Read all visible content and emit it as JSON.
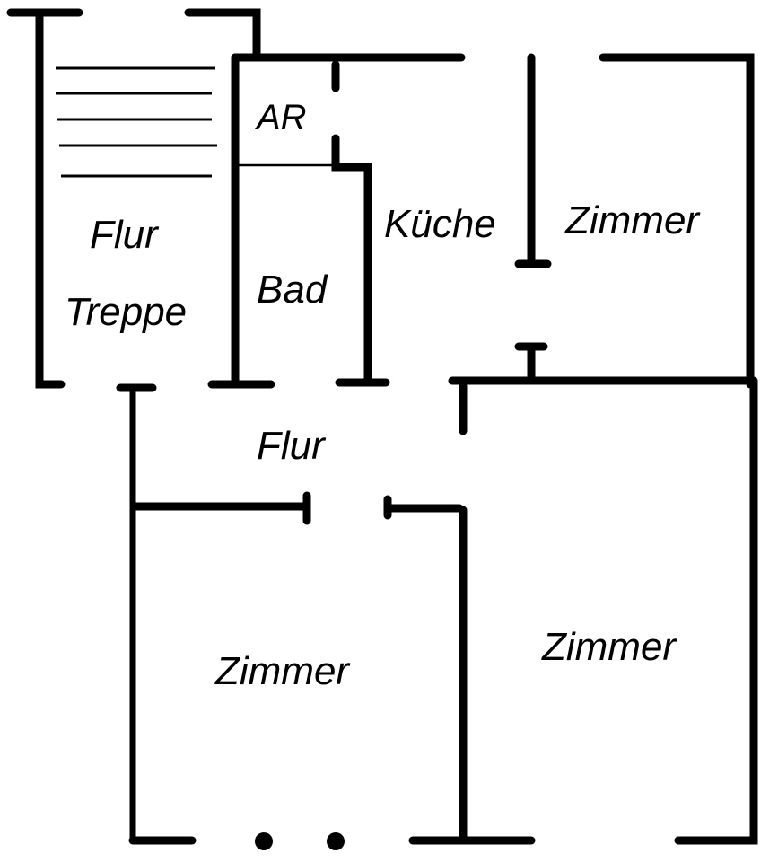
{
  "floorplan": {
    "rooms": [
      {
        "id": "stair-hall-line1",
        "label": "Flur"
      },
      {
        "id": "stair-hall-line2",
        "label": "Treppe"
      },
      {
        "id": "storage",
        "label": "AR"
      },
      {
        "id": "bathroom",
        "label": "Bad"
      },
      {
        "id": "kitchen",
        "label": "Küche"
      },
      {
        "id": "room-top-right",
        "label": "Zimmer"
      },
      {
        "id": "hallway",
        "label": "Flur"
      },
      {
        "id": "room-bottom-left",
        "label": "Zimmer"
      },
      {
        "id": "room-bottom-right",
        "label": "Zimmer"
      }
    ],
    "stair_treads": 5,
    "colors": {
      "line": "#000000",
      "background": "#ffffff"
    }
  }
}
